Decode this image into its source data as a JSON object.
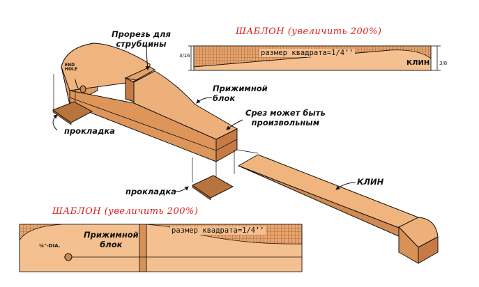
{
  "diagram": {
    "labels": {
      "slot": "Прорезь для\nструбцины",
      "end_hole": "END\nHOLE",
      "pad_top": "прокладка",
      "clamp_block": "Прижимной\nблок",
      "cut_note": "Срез может быть\nпроизвольным",
      "pad_bottom": "прокладка",
      "wedge": "КЛИН"
    },
    "template_top": {
      "title": "ШАБЛОН (увеличить 200%)",
      "grid_note": "размер квадрата=1/4’’",
      "wedge_label": "КЛИН",
      "left_dim": "3/16",
      "right_dim": "3/8"
    },
    "template_bottom": {
      "title": "ШАБЛОН (увеличить 200%)",
      "grid_note": "размер квадрата=1/4’’",
      "block_label": "Прижимной\nблок",
      "hole_dim": "¼\"-DIA."
    },
    "colors": {
      "wood": "#e9a46c",
      "wood_dark": "#c97a45",
      "wood_light": "#f4c08f",
      "title_red": "#d7211f",
      "grid_line": "#5a3a24"
    }
  }
}
